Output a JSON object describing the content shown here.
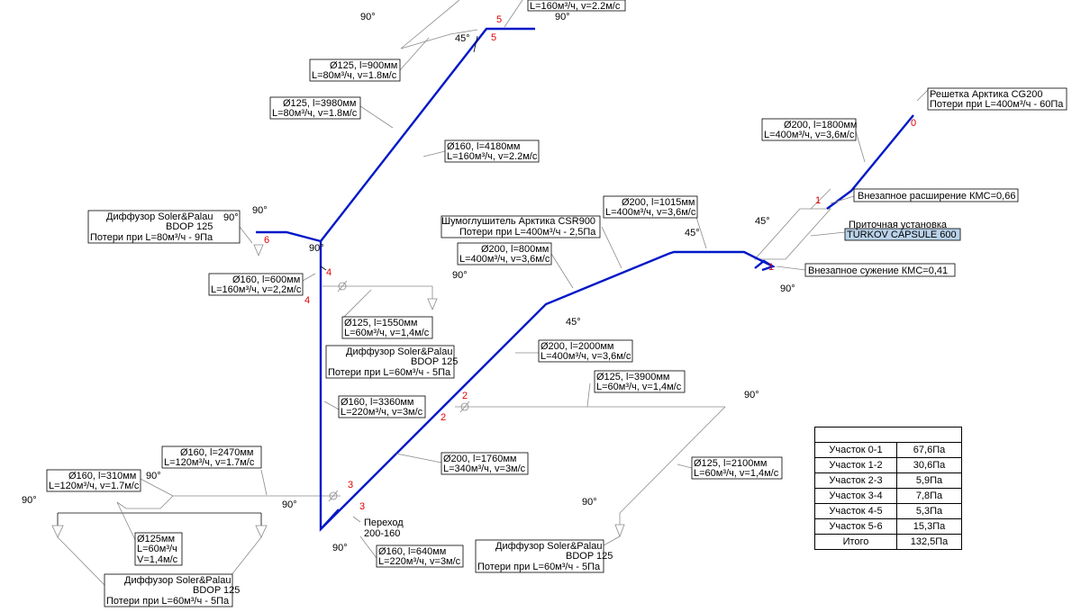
{
  "duct_color": "#0018c8",
  "highlight_color": "#b9d2ea",
  "nodes": [
    "0",
    "1",
    "1",
    "2",
    "2",
    "3",
    "3",
    "4",
    "4",
    "5",
    "5",
    "6"
  ],
  "angles": [
    "90°",
    "90°",
    "45°",
    "90°",
    "90°",
    "90°",
    "45°",
    "45°",
    "90°",
    "90°",
    "90°",
    "90°",
    "90°",
    "90°",
    "90°",
    "90°",
    "45°"
  ],
  "labels": {
    "grille_title": "Решетка Арктика CG200",
    "grille_loss": "Потери при L=400м³/ч - 60Па",
    "seg01_d": "Ø200, l=1800мм",
    "seg01_flow": "L=400м³/ч, v=3,6м/с",
    "expansion": "Внезапное расширение КМС=0,66",
    "ahu_1": "Приточная установка",
    "ahu_2": "TURKOV CAPSULE 600",
    "contraction": "Внезапное сужение КМС=0,41",
    "top_d": "Ø200, l=1015мм",
    "top_flow": "L=400м³/ч, v=3,6м/с",
    "silencer_1": "Шумоглушитель Арктика CSR900",
    "silencer_2": "Потери при L=400м³/ч - 2,5Па",
    "mid_d": "Ø200, l=800мм",
    "mid_flow": "L=400м³/ч, v=3,6м/с",
    "lower_d": "Ø200, l=2000мм",
    "lower_flow": "L=400м³/ч, v=3,6м/с",
    "br2_d": "Ø125, l=3900мм",
    "br2_flow": "L=60м³/ч, v=1,4м/с",
    "br2b_d": "Ø125, l=2100мм",
    "br2b_flow": "L=60м³/ч, v=1,4м/с",
    "diff_r_1": "Диффузор Soler&Palau",
    "diff_r_2": "BDOP 125",
    "diff_r_3": "Потери при L=60м³/ч - 5Па",
    "seg23_d": "Ø200, l=1760мм",
    "seg23_flow": "L=340м³/ч, v=3м/с",
    "transition_1": "Переход",
    "transition_2": "200-160",
    "bot_d": "Ø160, l=640мм",
    "bot_flow": "L=220м³/ч, v=3м/с",
    "vert_d": "Ø160, l=3360мм",
    "vert_flow": "L=220м³/ч, v=3м/с",
    "br4_d": "Ø125, l=1550мм",
    "br4_flow": "L=60м³/ч, v=1,4м/с",
    "diff_m_1": "Диффузор Soler&Palau",
    "diff_m_2": "BDOP 125",
    "diff_m_3": "Потери при L=60м³/ч - 5Па",
    "seg45_d": "Ø160, l=600мм",
    "seg45_flow": "L=160м³/ч, v=2,2м/с",
    "long_d": "Ø160, l=4180мм",
    "long_flow": "L=160м³/ч, v=2.2м/с",
    "top_cut_flow": "L=160м³/ч, v=2.2м/с",
    "br5_d": "Ø125, l=3980мм",
    "br5_flow": "L=80м³/ч, v=1.8м/с",
    "br5b_d": "Ø125, l=900мм",
    "br5b_flow": "L=80м³/ч, v=1.8м/с",
    "diff_tl_1": "Диффузор Soler&Palau",
    "diff_tl_2": "BDOP 125",
    "diff_tl_3": "Потери при L=80м³/ч - 9Па",
    "br3_d": "Ø160, l=2470мм",
    "br3_flow": "L=120м³/ч, v=1.7м/с",
    "br3b_d": "Ø160, l=310мм",
    "br3b_flow": "L=120м³/ч, v=1.7м/с",
    "br3c_d": "Ø125мм",
    "br3c_flow": "L=60м³/ч",
    "br3c_v": "V=1,4м/с",
    "diff_bl_1": "Диффузор Soler&Palau",
    "diff_bl_2": "BDOP 125",
    "diff_bl_3": "Потери при L=60м³/ч - 5Па"
  },
  "table": {
    "header": "",
    "rows": [
      {
        "name": "Участок 0-1",
        "value": "67,6Па"
      },
      {
        "name": "Участок 1-2",
        "value": "30,6Па"
      },
      {
        "name": "Участок 2-3",
        "value": "5,9Па"
      },
      {
        "name": "Участок 3-4",
        "value": "7,8Па"
      },
      {
        "name": "Участок 4-5",
        "value": "5,3Па"
      },
      {
        "name": "Участок 5-6",
        "value": "15,3Па"
      },
      {
        "name": "Итого",
        "value": "132,5Па"
      }
    ]
  }
}
